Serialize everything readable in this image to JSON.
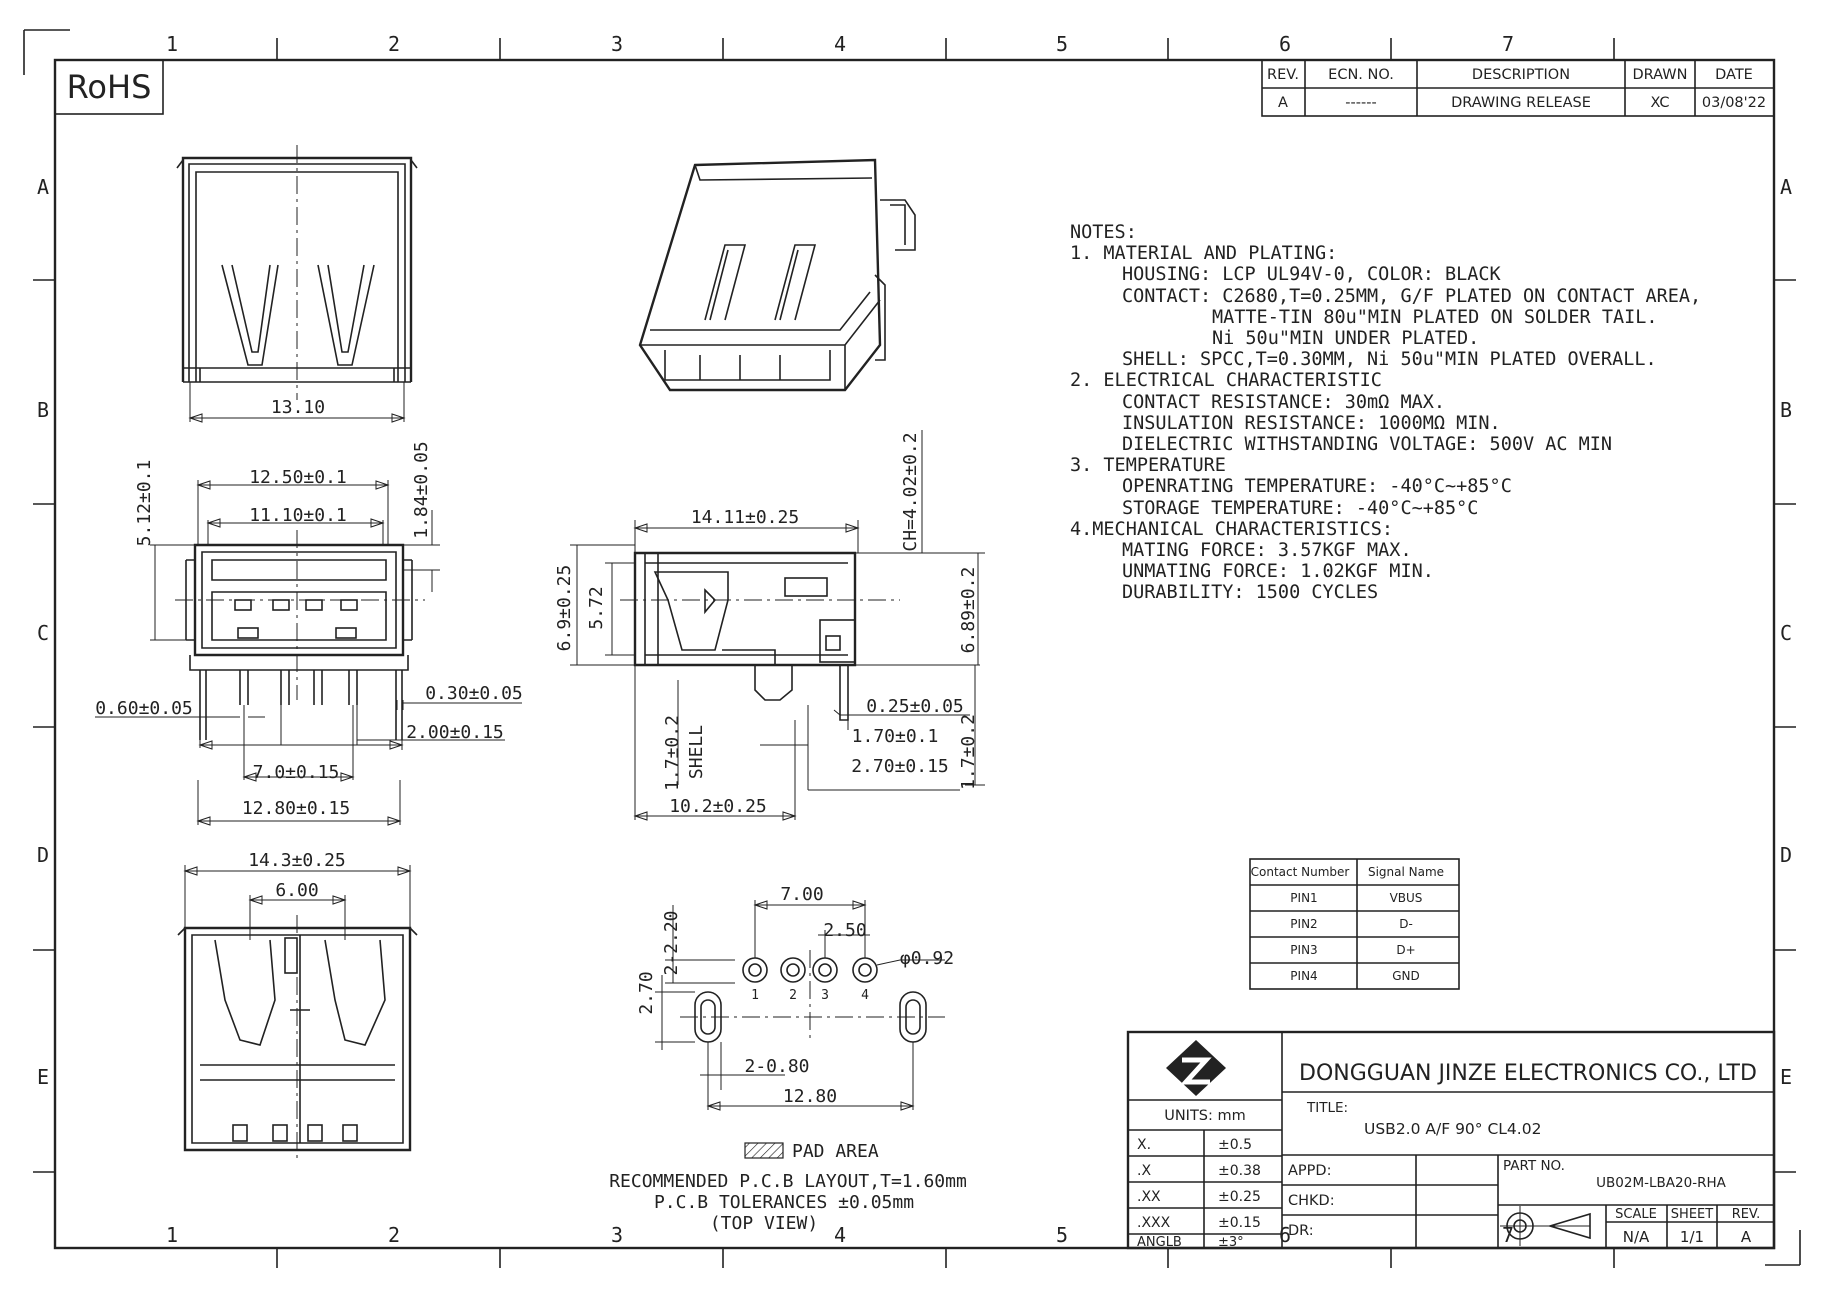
{
  "frame": {
    "columns": [
      "1",
      "2",
      "3",
      "4",
      "5",
      "6",
      "7"
    ],
    "rows": [
      "A",
      "B",
      "C",
      "D",
      "E"
    ],
    "rohs": "RoHS"
  },
  "revision_table": {
    "headers": [
      "REV.",
      "ECN. NO.",
      "DESCRIPTION",
      "DRAWN",
      "DATE"
    ],
    "row": [
      "A",
      "------",
      "DRAWING RELEASE",
      "XC",
      "03/08'22"
    ]
  },
  "notes": {
    "title": "NOTES:",
    "lines": [
      {
        "indent": 0,
        "text": "1. MATERIAL AND PLATING:"
      },
      {
        "indent": 1,
        "text": "HOUSING: LCP UL94V-0, COLOR: BLACK"
      },
      {
        "indent": 1,
        "text": "CONTACT: C2680,T=0.25MM, G/F PLATED ON CONTACT AREA,"
      },
      {
        "indent": 2,
        "text": "MATTE-TIN 80u\"MIN PLATED ON SOLDER TAIL."
      },
      {
        "indent": 2,
        "text": "Ni 50u\"MIN UNDER PLATED."
      },
      {
        "indent": 1,
        "text": "SHELL: SPCC,T=0.30MM, Ni 50u\"MIN PLATED OVERALL."
      },
      {
        "indent": 0,
        "text": "2. ELECTRICAL CHARACTERISTIC"
      },
      {
        "indent": 1,
        "text": "CONTACT RESISTANCE: 30mΩ MAX."
      },
      {
        "indent": 1,
        "text": "INSULATION RESISTANCE: 1000MΩ MIN."
      },
      {
        "indent": 1,
        "text": "DIELECTRIC WITHSTANDING VOLTAGE: 500V AC MIN"
      },
      {
        "indent": 0,
        "text": "3. TEMPERATURE"
      },
      {
        "indent": 1,
        "text": "OPENRATING TEMPERATURE: -40°C~+85°C"
      },
      {
        "indent": 1,
        "text": "STORAGE TEMPERATURE: -40°C~+85°C"
      },
      {
        "indent": 0,
        "text": "4.MECHANICAL CHARACTERISTICS:"
      },
      {
        "indent": 1,
        "text": "MATING FORCE: 3.57KGF MAX."
      },
      {
        "indent": 1,
        "text": "UNMATING FORCE: 1.02KGF MIN."
      },
      {
        "indent": 1,
        "text": "DURABILITY: 1500 CYCLES"
      }
    ]
  },
  "pin_table": {
    "headers": [
      "Contact Number",
      "Signal Name"
    ],
    "rows": [
      [
        "PIN1",
        "VBUS"
      ],
      [
        "PIN2",
        "D-"
      ],
      [
        "PIN3",
        "D+"
      ],
      [
        "PIN4",
        "GND"
      ]
    ]
  },
  "dims": {
    "d1310": "13.10",
    "d1250": "12.50±0.1",
    "d1110": "11.10±0.1",
    "d512": "5.12±0.1",
    "d184": "1.84±0.05",
    "d060": "0.60±0.05",
    "d030": "0.30±0.05",
    "d200": "2.00±0.15",
    "d70": "7.0±0.15",
    "d1280": "12.80±0.15",
    "d1411": "14.11±0.25",
    "d69": "6.9±0.25",
    "d572": "5.72",
    "dch": "CH=4.02±0.2",
    "d689": "6.89±0.2",
    "d025": "0.25±0.05",
    "d170": "1.70±0.1",
    "d270": "2.70±0.15",
    "d17a": "1.7±0.2",
    "shell": "SHELL",
    "d17b": "1.7±0.2",
    "d102": "10.2±0.25",
    "d143": "14.3±0.25",
    "d600": "6.00",
    "p700": "7.00",
    "p250": "2.50",
    "p092": "φ0.92",
    "p2220": "2-2.20",
    "p270": "2.70",
    "p2080": "2-0.80",
    "p1280": "12.80",
    "pins": [
      "1",
      "2",
      "3",
      "4"
    ]
  },
  "layout_notes": {
    "pad_area": "PAD AREA",
    "line1": "RECOMMENDED P.C.B LAYOUT,T=1.60mm",
    "line2": "P.C.B TOLERANCES ±0.05mm",
    "line3": "(TOP VIEW)"
  },
  "title_block": {
    "company": "DONGGUAN JINZE ELECTRONICS CO., LTD",
    "units": "UNITS: mm",
    "tolerances": [
      [
        "X.",
        "±0.5"
      ],
      [
        ".X",
        "±0.38"
      ],
      [
        ".XX",
        "±0.25"
      ],
      [
        ".XXX",
        "±0.15"
      ],
      [
        "ANGLB",
        "±3°"
      ]
    ],
    "title_label": "TITLE:",
    "title": "USB2.0  A/F 90° CL4.02",
    "appd": "APPD:",
    "chkd": "CHKD:",
    "dr": "DR:",
    "part_no_label": "PART NO.",
    "part_no": "UB02M-LBA20-RHA",
    "scale_label": "SCALE",
    "sheet_label": "SHEET",
    "rev_label": "REV.",
    "scale": "N/A",
    "sheet": "1/1",
    "rev": "A"
  }
}
